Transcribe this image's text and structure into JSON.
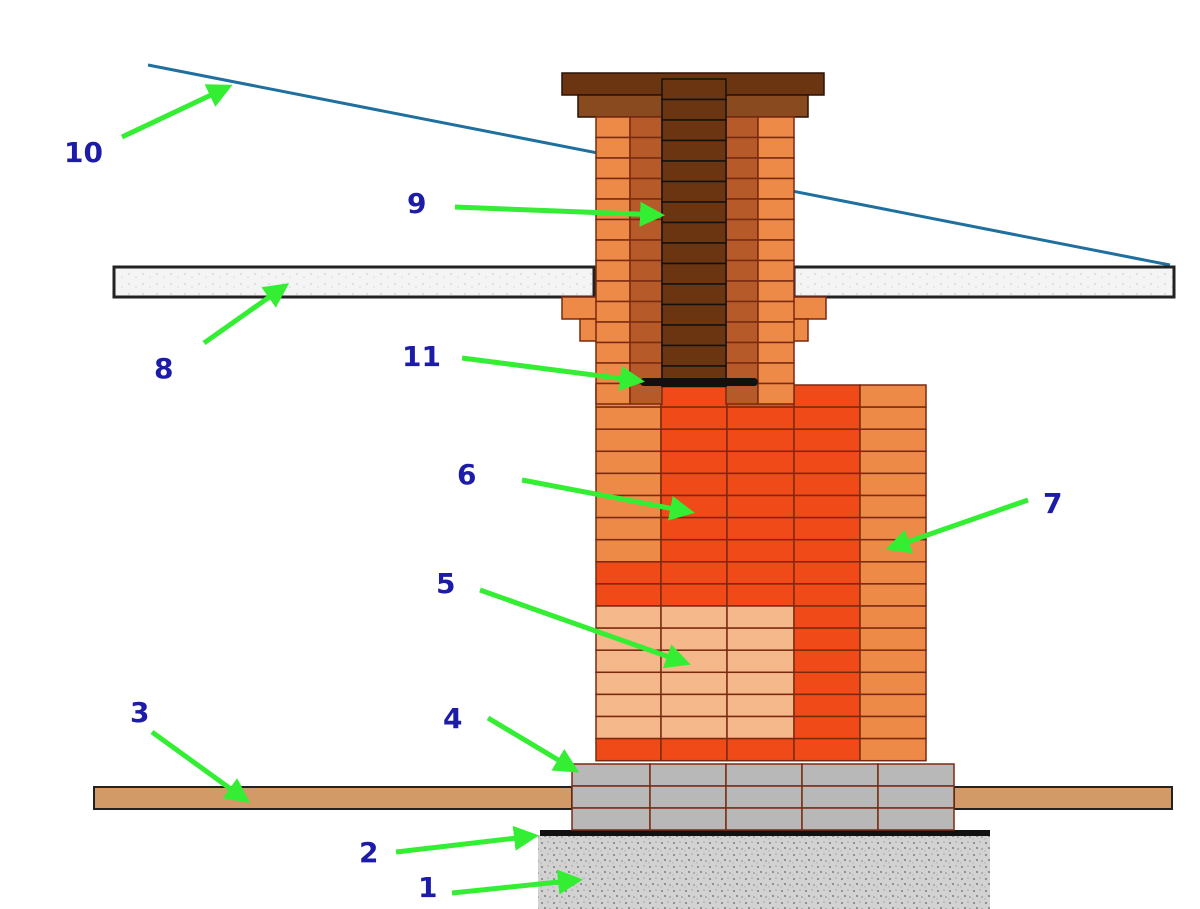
{
  "labels": {
    "l1": "1",
    "l2": "2",
    "l3": "3",
    "l4": "4",
    "l5": "5",
    "l6": "6",
    "l7": "7",
    "l8": "8",
    "l9": "9",
    "l10": "10",
    "l11": "11"
  },
  "colors": {
    "label": "#1c1ca8",
    "arrow": "#33ee33",
    "roof_line": "#1f6f9f",
    "mortar": "#7a2a10",
    "brick_orange": "#ee8a48",
    "brick_red": "#f04a18",
    "brick_light": "#f5b88a",
    "brick_dark": "#b55a28",
    "flue_dark": "#6b3512",
    "cap": "#6b3512",
    "block_grey": "#b8b8b8",
    "concrete": "#cfcfcf",
    "ceiling": "#f2f2f2",
    "floor": "#d29a66",
    "membrane": "#111111"
  }
}
